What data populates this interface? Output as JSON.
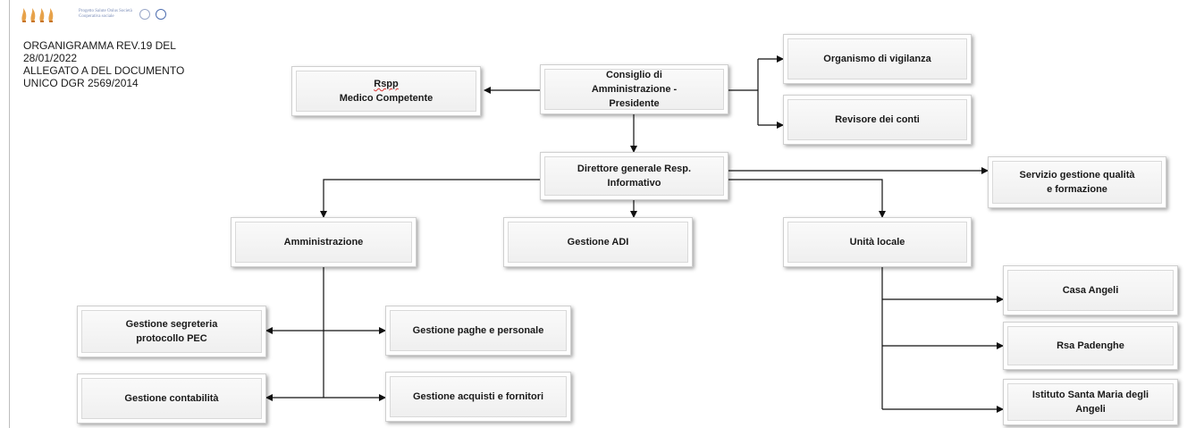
{
  "document": {
    "header_lines": "ORGANIGRAMMA REV.19 DEL\n28/01/2022\nALLEGATO A DEL DOCUMENTO\nUNICO DGR 2569/2014",
    "logo_brand_text": "Progetto Salute Onlus Società Cooperativa sociale",
    "logo_icon": "flame-logo-icon",
    "logo_seal_icons": [
      "seal-icon",
      "certification-icon"
    ]
  },
  "nodes": {
    "consiglio": "Consiglio di\nAmministrazione -\nPresidente",
    "rspp_line1": "Rspp",
    "rspp_line2": "Medico Competente",
    "organismo": "Organismo di vigilanza",
    "revisore": "Revisore dei conti",
    "direttore": "Direttore generale Resp.\nInformativo",
    "servizio_qualita": "Servizio gestione qualità\ne formazione",
    "amministrazione": "Amministrazione",
    "gestione_adi": "Gestione ADI",
    "unita_locale": "Unità locale",
    "segreteria": "Gestione segreteria\nprotocollo PEC",
    "paghe": "Gestione paghe e personale",
    "contabilita": "Gestione contabilità",
    "acquisti": "Gestione acquisti e fornitori",
    "casa_angeli": "Casa Angeli",
    "rsa_padenghe": "Rsa Padenghe",
    "istituto": "Istituto Santa Maria degli\nAngeli"
  },
  "colors": {
    "connector": "#111111",
    "box_border": "#cfcfcf",
    "brand_text": "#7b8db8"
  }
}
